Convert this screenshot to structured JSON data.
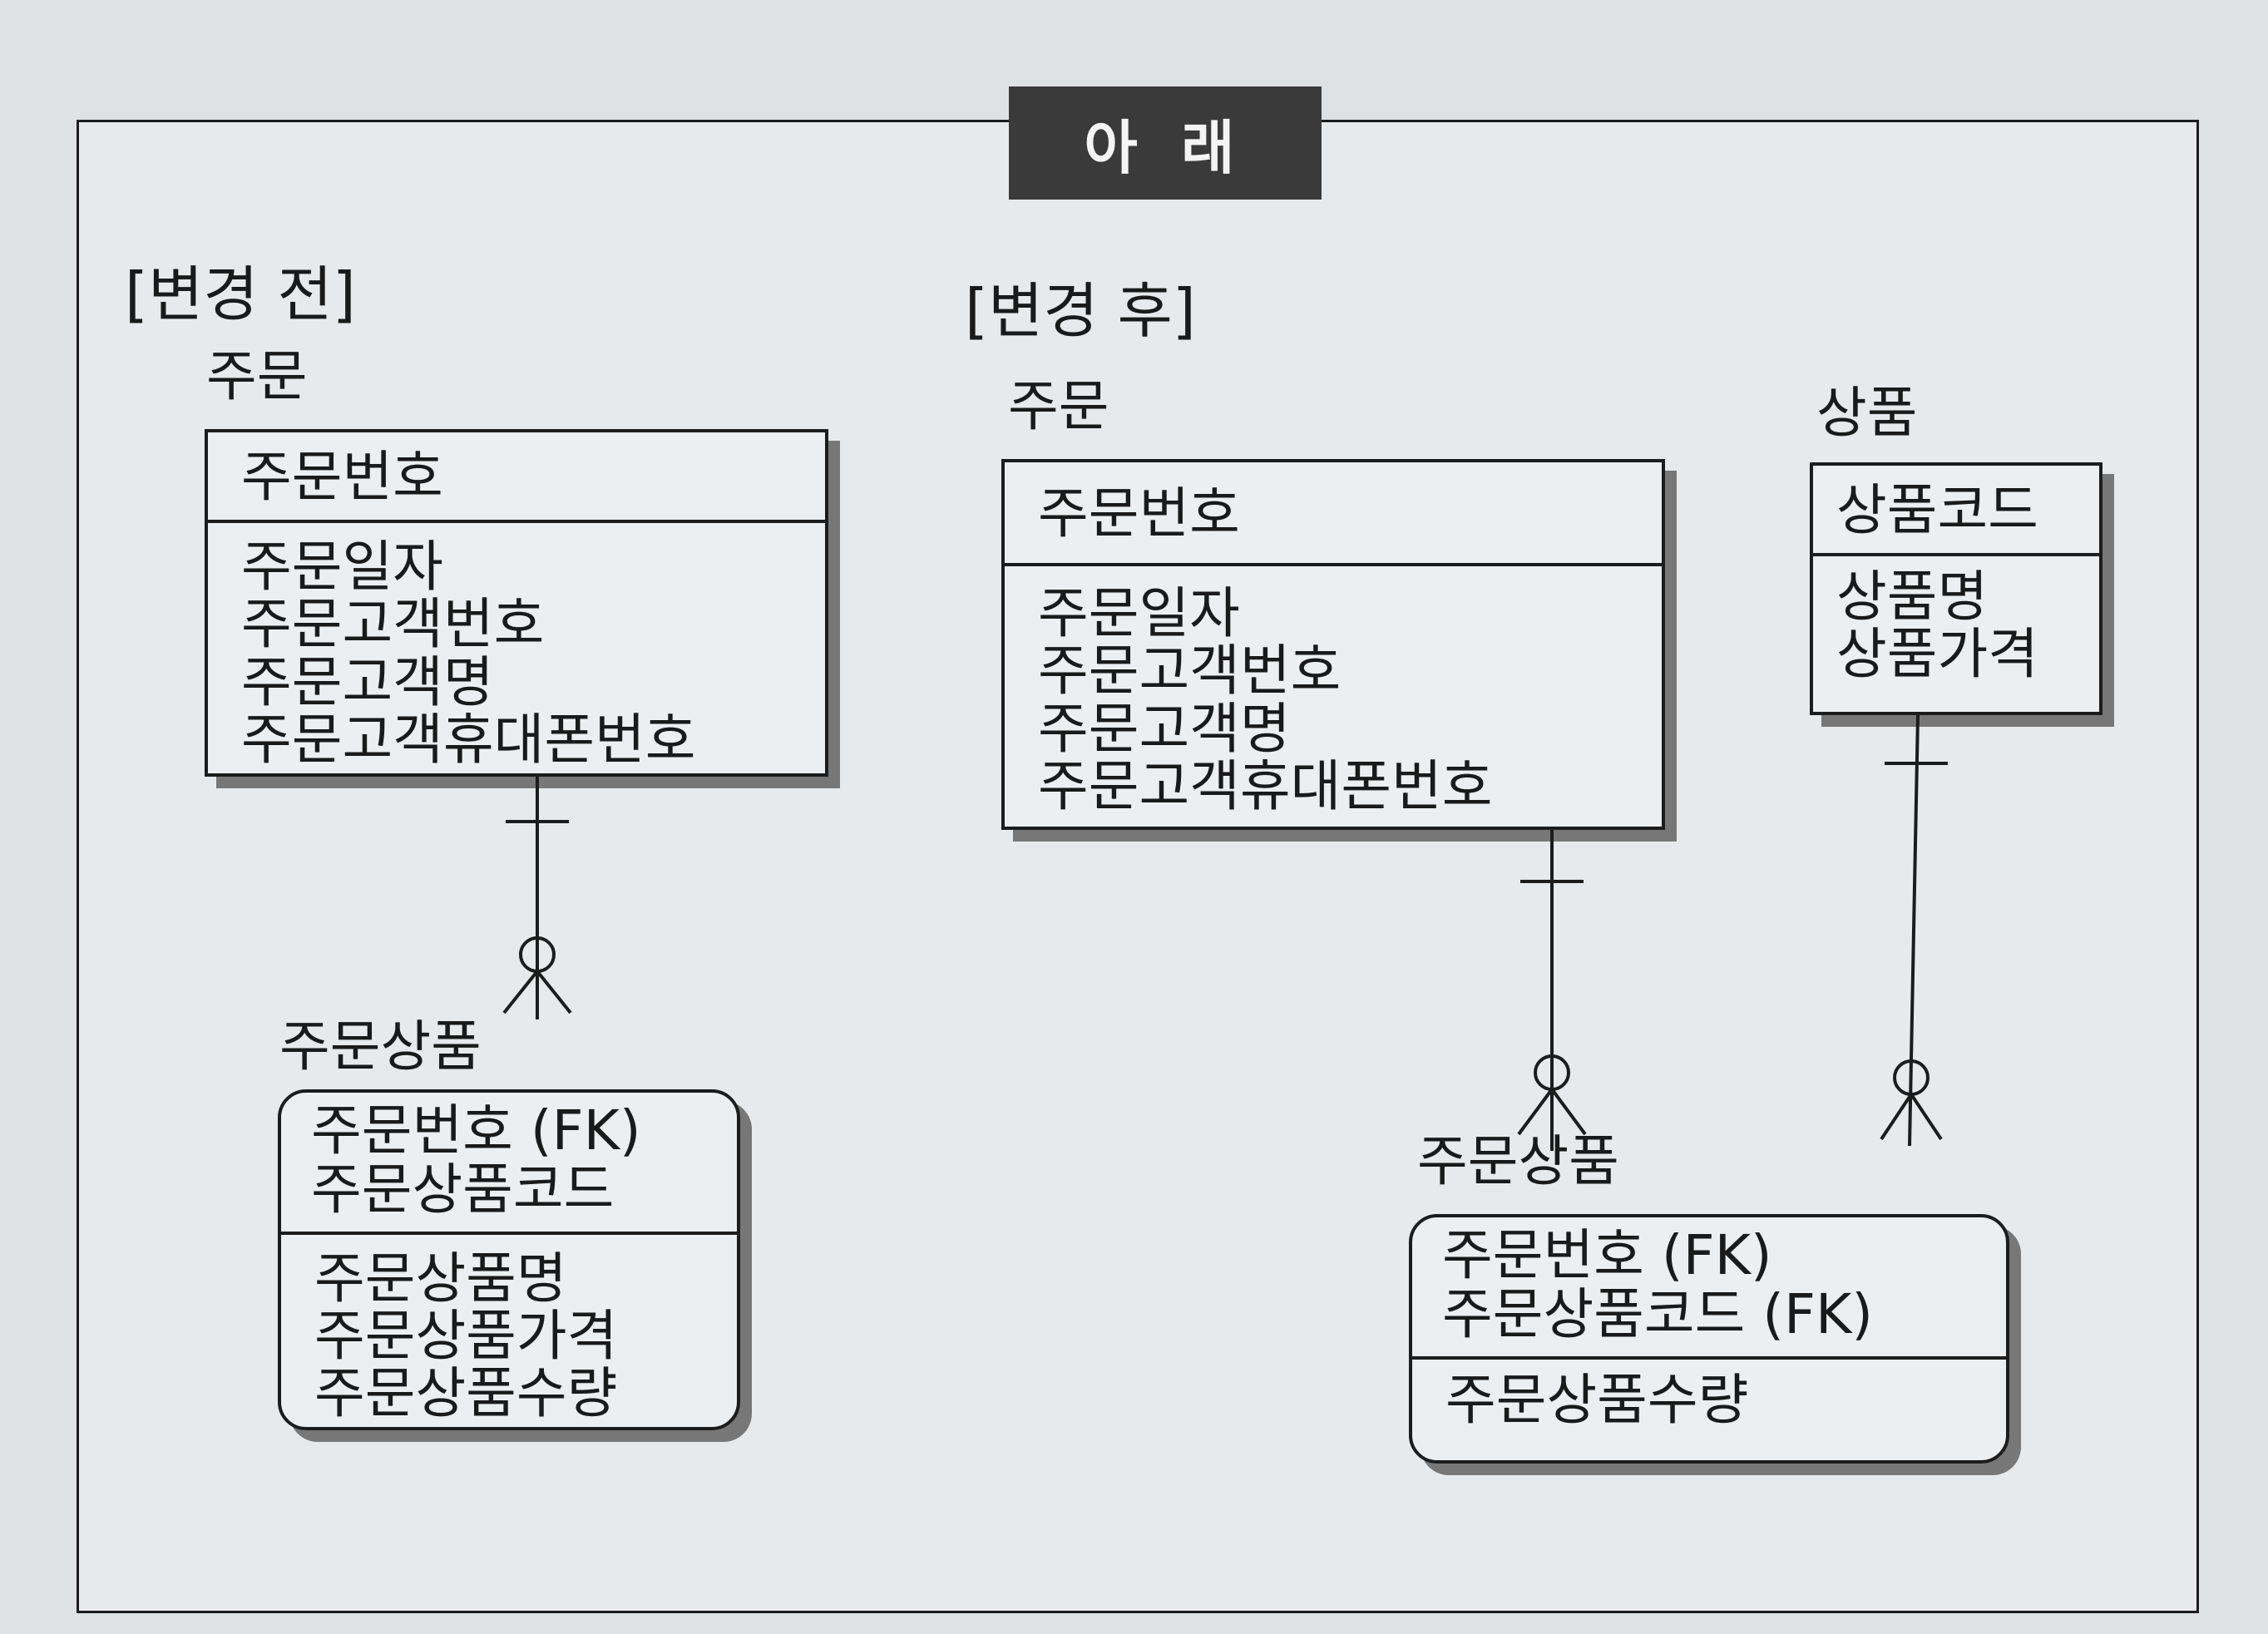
{
  "title": "아 래",
  "before": {
    "label": "[변경 전]",
    "order": {
      "name": "주문",
      "keys": [
        "주문번호"
      ],
      "attributes": [
        "주문일자",
        "주문고객번호",
        "주문고객명",
        "주문고객휴대폰번호"
      ]
    },
    "order_item": {
      "name": "주문상품",
      "keys": [
        "주문번호 (FK)",
        "주문상품코드"
      ],
      "attributes": [
        "주문상품명",
        "주문상품가격",
        "주문상품수량"
      ]
    }
  },
  "after": {
    "label": "[변경 후]",
    "order": {
      "name": "주문",
      "keys": [
        "주문번호"
      ],
      "attributes": [
        "주문일자",
        "주문고객번호",
        "주문고객명",
        "주문고객휴대폰번호"
      ]
    },
    "product": {
      "name": "상품",
      "keys": [
        "상품코드"
      ],
      "attributes": [
        "상품명",
        "상품가격"
      ]
    },
    "order_item": {
      "name": "주문상품",
      "keys": [
        "주문번호 (FK)",
        "주문상품코드 (FK)"
      ],
      "attributes": [
        "주문상품수량"
      ]
    }
  },
  "relationships": [
    {
      "from": "before.order",
      "to": "before.order_item",
      "notation": "one-to-zero-or-many"
    },
    {
      "from": "after.order",
      "to": "after.order_item",
      "notation": "one-to-zero-or-many"
    },
    {
      "from": "after.product",
      "to": "after.order_item",
      "notation": "one-to-zero-or-many"
    }
  ]
}
